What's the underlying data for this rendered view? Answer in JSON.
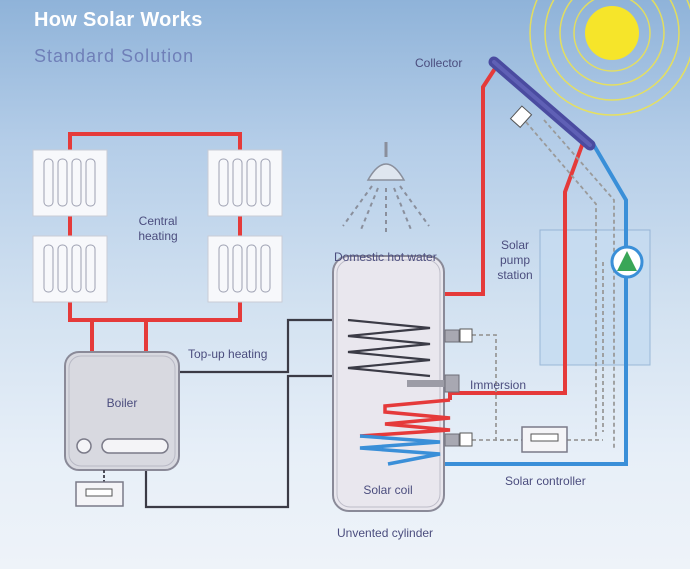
{
  "header": {
    "title": "How Solar Works",
    "subtitle": "Standard Solution"
  },
  "labels": {
    "collector": "Collector",
    "central_heating_1": "Central",
    "central_heating_2": "heating",
    "domestic_hot_water": "Domestic hot water",
    "solar_pump_station_1": "Solar",
    "solar_pump_station_2": "pump",
    "solar_pump_station_3": "station",
    "top_up_heating": "Top-up heating",
    "boiler": "Boiler",
    "immersion": "Immersion",
    "solar_coil": "Solar coil",
    "solar_controller": "Solar controller",
    "unvented_cylinder": "Unvented cylinder"
  },
  "colors": {
    "hot_pipe": "#e53a3a",
    "cold_pipe": "#3a8fd8",
    "control_pipe": "#3b3b46",
    "signal_line": "#9a9a9a",
    "sun": "#f6e52a",
    "collector_panel": "#4a4ba0",
    "pump": "#3aa657",
    "label_text": "#4b4d7e"
  }
}
